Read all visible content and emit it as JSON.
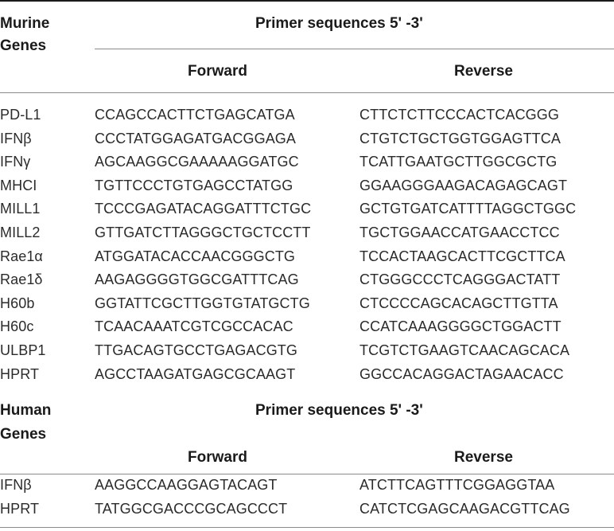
{
  "murine": {
    "header": {
      "genes": [
        "Murine",
        "Genes"
      ],
      "primer": "Primer sequences 5' -3'",
      "forward": "Forward",
      "reverse": "Reverse"
    },
    "rows": [
      {
        "gene": "PD-L1",
        "forward": "CCAGCCACTTCTGAGCATGA",
        "reverse": "CTTCTCTTCCCACTCACGGG"
      },
      {
        "gene": "IFNβ",
        "forward": "CCCTATGGAGATGACGGAGA",
        "reverse": "CTGTCTGCTGGTGGAGTTCA"
      },
      {
        "gene": "IFNγ",
        "forward": "AGCAAGGCGAAAAAGGATGC",
        "reverse": "TCATTGAATGCTTGGCGCTG"
      },
      {
        "gene": "MHCI",
        "forward": "TGTTCCCTGTGAGCCTATGG",
        "reverse": "GGAAGGGAAGACAGAGCAGT"
      },
      {
        "gene": "MILL1",
        "forward": "TCCCGAGATACAGGATTTCTGC",
        "reverse": "GCTGTGATCATTTTAGGCTGGC"
      },
      {
        "gene": "MILL2",
        "forward": "GTTGATCTTAGGGCTGCTCCTT",
        "reverse": "TGCTGGAACCATGAACCTCC"
      },
      {
        "gene": "Rae1α",
        "forward": "ATGGATACACCAACGGGCTG",
        "reverse": "TCCACTAAGCACTTCGCTTCA"
      },
      {
        "gene": "Rae1δ",
        "forward": "AAGAGGGGTGGCGATTTCAG",
        "reverse": "CTGGGCCCTCAGGGACTATT"
      },
      {
        "gene": "H60b",
        "forward": "GGTATTCGCTTGGTGTATGCTG",
        "reverse": "CTCCCCAGCACAGCTTGTTA"
      },
      {
        "gene": "H60c",
        "forward": "TCAACAAATCGTCGCCACAC",
        "reverse": "CCATCAAAGGGGCTGGACTT"
      },
      {
        "gene": "ULBP1",
        "forward": "TTGACAGTGCCTGAGACGTG",
        "reverse": "TCGTCTGAAGTCAACAGCACA"
      },
      {
        "gene": "HPRT",
        "forward": "AGCCTAAGATGAGCGCAAGT",
        "reverse": "GGCCACAGGACTAGAACACC"
      }
    ]
  },
  "human": {
    "header": {
      "genes": [
        "Human",
        "Genes"
      ],
      "primer": "Primer sequences 5' -3'",
      "forward": "Forward",
      "reverse": "Reverse"
    },
    "rows": [
      {
        "gene": "IFNβ",
        "forward": "AAGGCCAAGGAGTACAGT",
        "reverse": "ATCTTCAGTTTCGGAGGTAA"
      },
      {
        "gene": "HPRT",
        "forward": "TATGGCGACCCGCAGCCCT",
        "reverse": "CATCTCGAGCAAGACGTTCAG"
      }
    ]
  }
}
